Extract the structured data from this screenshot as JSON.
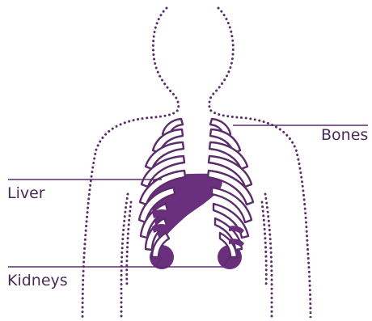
{
  "labels": {
    "bones": "Bones",
    "liver": "Liver",
    "kidneys": "Kidneys"
  },
  "colors": {
    "accent": "#5b2d6b",
    "organ_fill": "#6a2f7d",
    "text": "#4a2a57",
    "outline": "#5b2d6b"
  }
}
